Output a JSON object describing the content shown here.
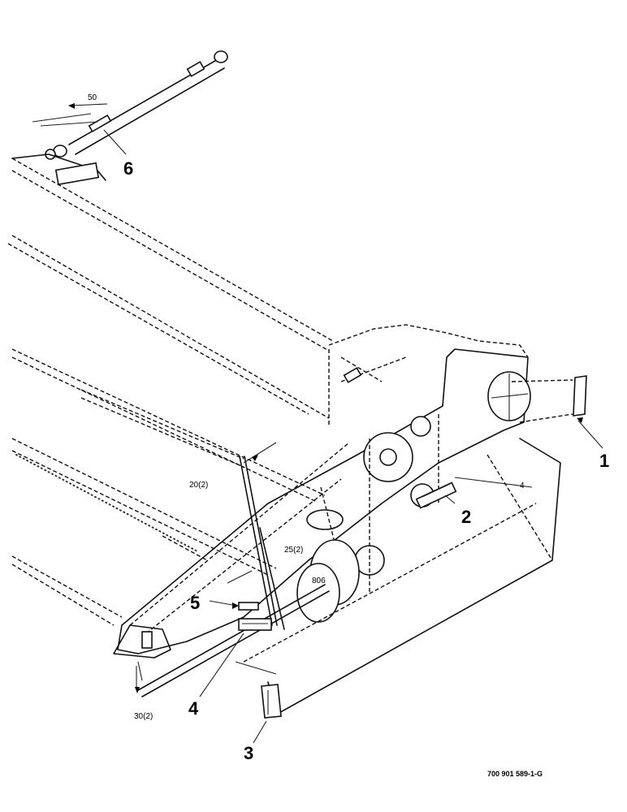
{
  "callouts": {
    "c1": "1",
    "c2": "2",
    "c3": "3",
    "c4": "4",
    "c5": "5",
    "c6": "6"
  },
  "dimensions": {
    "d50": "50",
    "d20": "20(2)",
    "d25": "25(2)",
    "d30": "30(2)",
    "d4": "4",
    "d806": "806"
  },
  "document_number": "700 901 589-1-G"
}
